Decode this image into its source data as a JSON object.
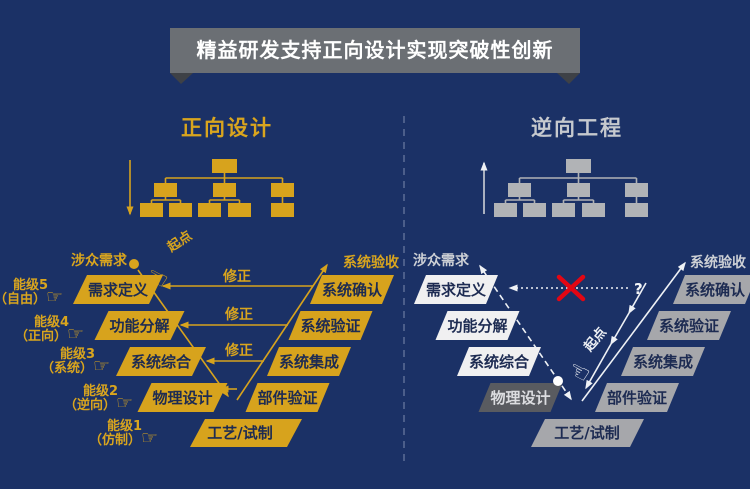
{
  "banner": {
    "title": "精益研发支持正向设计实现突破性创新"
  },
  "forward": {
    "title": "正向设计",
    "stakeholder_label": "涉众需求",
    "acceptance_label": "系统验收",
    "start_label": "起点",
    "correction_label": "修正",
    "left_steps": [
      "需求定义",
      "功能分解",
      "系统综合",
      "物理设计"
    ],
    "right_steps": [
      "系统确认",
      "系统验证",
      "系统集成",
      "部件验证"
    ],
    "bottom_step": "工艺/试制",
    "levels": [
      {
        "name": "能级5",
        "tag": "（自由）"
      },
      {
        "name": "能级4",
        "tag": "（正向）"
      },
      {
        "name": "能级3",
        "tag": "（系统）"
      },
      {
        "name": "能级2",
        "tag": "（逆向）"
      },
      {
        "name": "能级1",
        "tag": "（仿制）"
      }
    ]
  },
  "reverse": {
    "title": "逆向工程",
    "stakeholder_label": "涉众需求",
    "acceptance_label": "系统验收",
    "start_label": "起点",
    "question_mark": "?",
    "left_steps": [
      "需求定义",
      "功能分解",
      "系统综合",
      "物理设计"
    ],
    "right_steps": [
      "系统确认",
      "系统验证",
      "系统集成",
      "部件验证"
    ],
    "bottom_step": "工艺/试制"
  },
  "icons": {
    "pointing_hand_right": "☞",
    "pointing_hand_left": "☜"
  },
  "colors": {
    "background": "#1b3166",
    "gold": "#d7a31d",
    "banner_gray": "#6b6f74",
    "light_bar": "#f0f0f1",
    "gray_bar": "#a6a7ab",
    "dark_bar": "#595b60",
    "red_x": "#e30613",
    "white_line": "#eef1f5"
  }
}
